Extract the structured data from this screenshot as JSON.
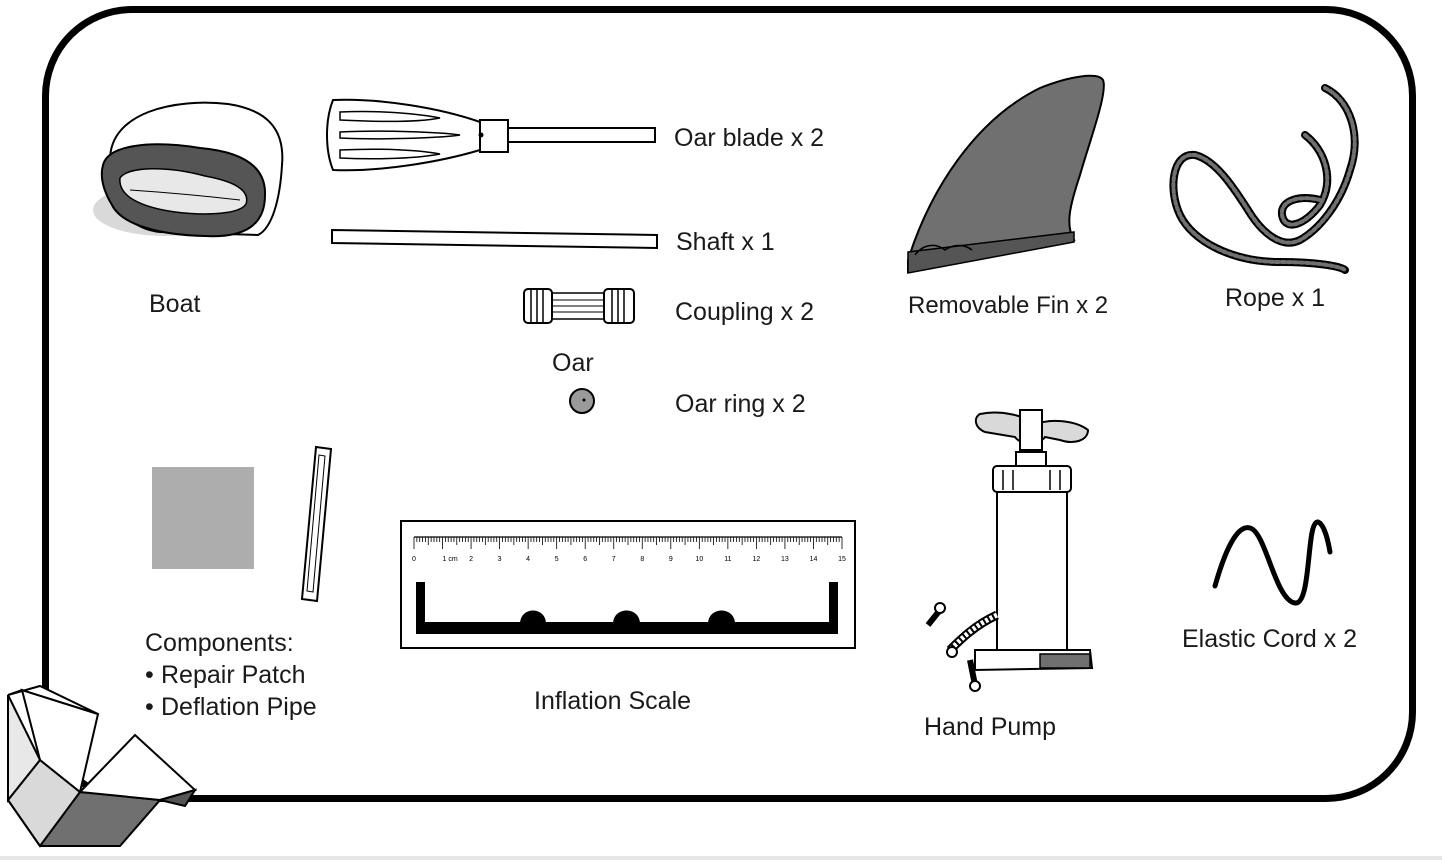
{
  "labels": {
    "boat": "Boat",
    "oar_blade": "Oar blade x 2",
    "shaft": "Shaft x 1",
    "coupling": "Coupling x 2",
    "oar": "Oar",
    "oar_ring": "Oar ring x 2",
    "fin": "Removable Fin x 2",
    "rope": "Rope x 1",
    "components_heading": "Components:",
    "components_items": [
      "Repair Patch",
      "Deflation Pipe"
    ],
    "bullet": "•",
    "inflation_scale": "Inflation Scale",
    "hand_pump": "Hand Pump",
    "elastic_cord": "Elastic Cord x 2"
  },
  "ruler": {
    "ticks": [
      "0",
      "1 cm",
      "2",
      "3",
      "4",
      "5",
      "6",
      "7",
      "8",
      "9",
      "10",
      "11",
      "12",
      "13",
      "14",
      "15"
    ]
  },
  "colors": {
    "outline": "#000000",
    "dark_gray": "#555555",
    "mid_gray": "#707070",
    "patch_gray": "#adadad",
    "light_gray": "#d9d9d9"
  }
}
